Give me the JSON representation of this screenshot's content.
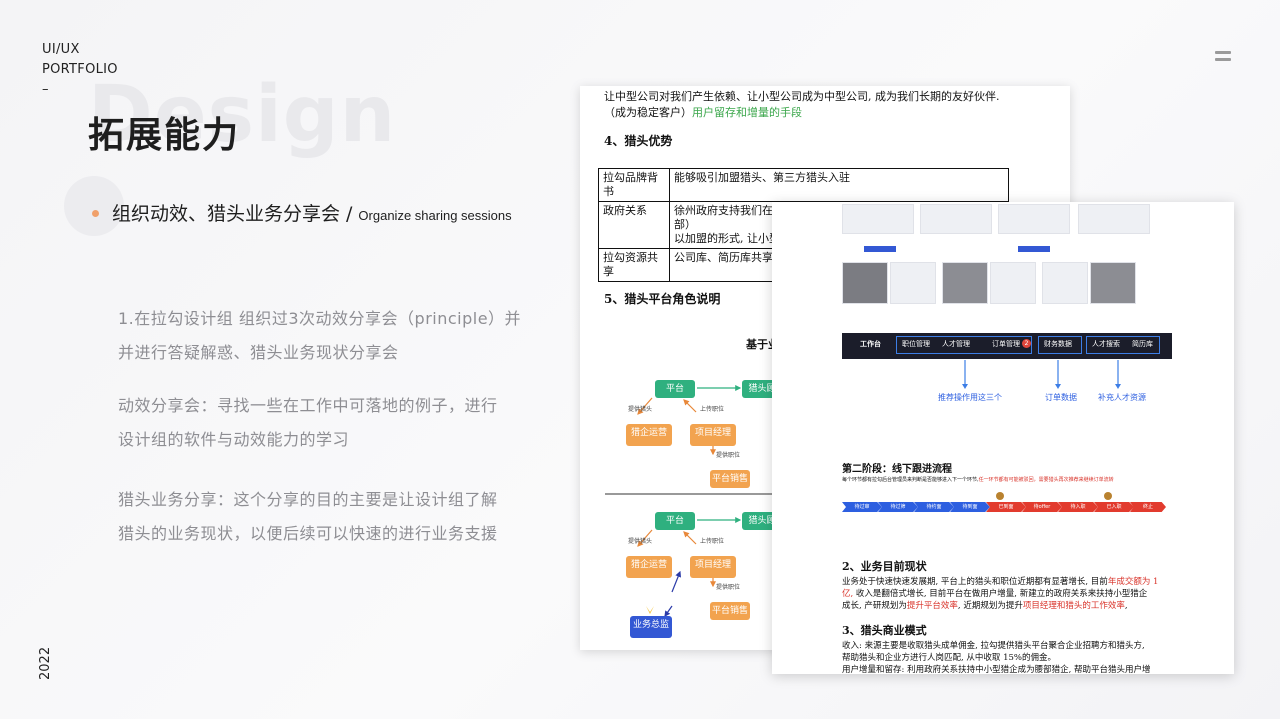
{
  "brand": {
    "line1": "UI/UX",
    "line2": "PORTFOLIO",
    "line3": "–"
  },
  "background_word": "Design",
  "title": "拓展能力",
  "subtitle": {
    "cn": "组织动效、猎头业务分享会",
    "sep": "/",
    "en": "Organize sharing sessions"
  },
  "paragraphs": [
    {
      "line1": "1.在拉勾设计组  组织过3次动效分享会（principle）并",
      "line2": "并进行答疑解惑、猎头业务现状分享会"
    },
    {
      "line1": "动效分享会：寻找一些在工作中可落地的例子，进行",
      "line2": "设计组的软件与动效能力的学习"
    },
    {
      "line1": "猎头业务分享：这个分享的目的主要是让设计组了解",
      "line2": "猎头的业务现状，以便后续可以快速的进行业务支援"
    }
  ],
  "year": "2022",
  "doc1": {
    "top_line1": "让中型公司对我们产生依赖、让小型公司成为中型公司, 成为我们长期的友好伙伴.",
    "top_line2a": "（成为稳定客户）",
    "top_line2b": "用户留存和增量的手段",
    "section4": "4、猎头优势",
    "table": [
      {
        "k1": "拉勾品牌背",
        "k2": "书",
        "v1": "能够吸引加盟猎头、第三方猎头入驻",
        "v2": ""
      },
      {
        "k1": "政府关系",
        "k2": "",
        "v1": "徐州政府支持我们在徐",
        "v2": "部）",
        "v3": "以加盟的形式, 让小型"
      },
      {
        "k1": "拉勾资源共",
        "k2": "享",
        "v1": "公司库、简历库共享,",
        "v2": ""
      }
    ],
    "section5": "5、猎头平台角色说明",
    "diagram_title": "基于业",
    "nodes": {
      "platform": "平台",
      "hunter": "猎头顾",
      "ops": "猎企运营",
      "pm": "项目经理",
      "sales": "平台销售",
      "director": "业务总监"
    },
    "labels": {
      "provide_hunter": "提供猎头",
      "upload_job": "上传职位",
      "provide_job": "提供职位"
    }
  },
  "doc2": {
    "nav": {
      "workbench": "工作台",
      "job": "职位管理",
      "talent": "人才管理",
      "order": "订单管理",
      "order_badge": "2",
      "finance": "财务数据",
      "search": "人才搜索",
      "resume": "简历库"
    },
    "callouts": {
      "c1": "推荐操作用这三个",
      "c2": "订单数据",
      "c3": "补充人才资源"
    },
    "stage2_title": "第二阶段：线下跟进流程",
    "stage2_note": "每个环节都有拉勾后台管理员来判断是否能够进入下一个环节,",
    "stage2_note_red": "任一环节都有可能被驳回，需要猎头再次推荐来继续订单流转",
    "steps": [
      "待过审",
      "待过筛",
      "待约面",
      "待到面",
      "已到面",
      "待offer",
      "待入职",
      "已入职",
      "终止"
    ],
    "section2": "2、业务目前现状",
    "s2_l1a": "业务处于快速快速发展期, 平台上的猎头和职位近期都有显著增长, 目前",
    "s2_l1b": "年成交额为 1",
    "s2_l2a": "亿,",
    "s2_l2b": " 收入是翻倍式增长, 目前平台在做用户增量, 新建立的政府关系来扶持小型猎企",
    "s2_l3a": "成长, 产研规划为",
    "s2_l3b": "提升平台效率",
    "s2_l3c": ", 近期规划为提升",
    "s2_l3d": "项目经理和猎头的工作效率",
    "s2_l3e": ",",
    "section3": "3、猎头商业模式",
    "s3_l1": "收入: 来源主要是收取猎头成单佣金, 拉勾提供猎头平台聚合企业招聘方和猎头方,",
    "s3_l2": "帮助猎头和企业方进行人岗匹配, 从中收取 15%的佣金。",
    "s3_l3": "用户增量和留存: 利用政府关系扶持中小型猎企成为腰部猎企, 帮助平台猎头用户增"
  },
  "colors": {
    "accent_dot": "#f0a06a",
    "green_node": "#2fb07f",
    "orange_node": "#f2a34f",
    "blue_node": "#3358d4",
    "step_blue": "#2d5fe0",
    "step_red": "#e23b2e"
  }
}
